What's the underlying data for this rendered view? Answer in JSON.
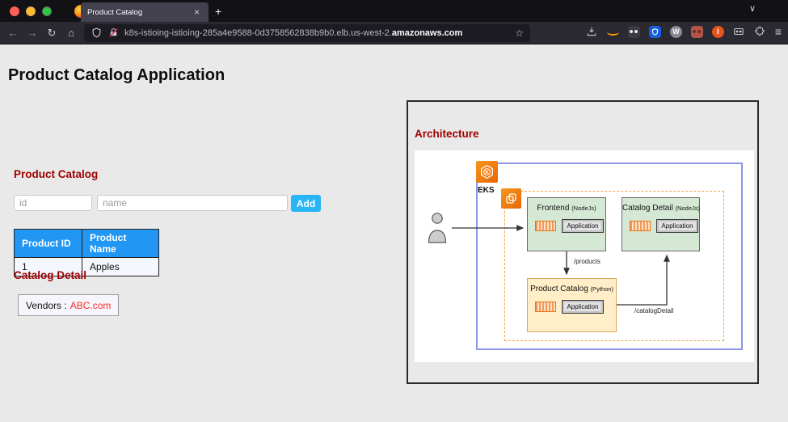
{
  "browser": {
    "tab": {
      "title": "Product Catalog"
    },
    "icons": {
      "close_tab": "×",
      "new_tab": "+",
      "tabs_chevron": "∨",
      "back": "←",
      "forward": "→",
      "reload": "↻",
      "home": "⌂",
      "star": "☆",
      "menu": "≡",
      "wikipedia_glyph": "W",
      "extension_glyph": "I"
    },
    "address": {
      "url_prefix": "k8s-istioing-istioing-285a4e9588-0d3758562838b9b0.elb.us-west-2.",
      "url_domain": "amazonaws.com"
    }
  },
  "page": {
    "title": "Product Catalog Application",
    "catalog": {
      "heading": "Product Catalog",
      "id_placeholder": "id",
      "name_placeholder": "name",
      "add_label": "Add",
      "table": {
        "headers": [
          "Product ID",
          "Product Name"
        ],
        "rows": [
          [
            "1",
            "Apples"
          ]
        ]
      }
    },
    "detail": {
      "heading": "Catalog Detail",
      "vendors_label": "Vendors :",
      "vendor_value": "ABC.com"
    },
    "architecture": {
      "heading": "Architecture",
      "eks_label": "EKS",
      "nodes": [
        {
          "title": "Frontend",
          "runtime": "(NodeJs)",
          "app_label": "Application"
        },
        {
          "title": "Catalog Detail",
          "runtime": "(NodeJs)",
          "app_label": "Application"
        },
        {
          "title": "Product Catalog",
          "runtime": "(Python)",
          "app_label": "Application"
        }
      ],
      "edges": {
        "products": "/products",
        "catalog_detail": "/catalogDetail"
      }
    },
    "colors": {
      "heading_red": "#a00000",
      "table_header_blue": "#2196f3",
      "add_button_cyan": "#29b6f6",
      "vendor_red": "#ff2d2d",
      "aws_orange": "#e8731a",
      "cluster_blue": "#8d96e8",
      "node_green": "#d5e8d4",
      "node_yellow": "#ffeec7"
    }
  }
}
